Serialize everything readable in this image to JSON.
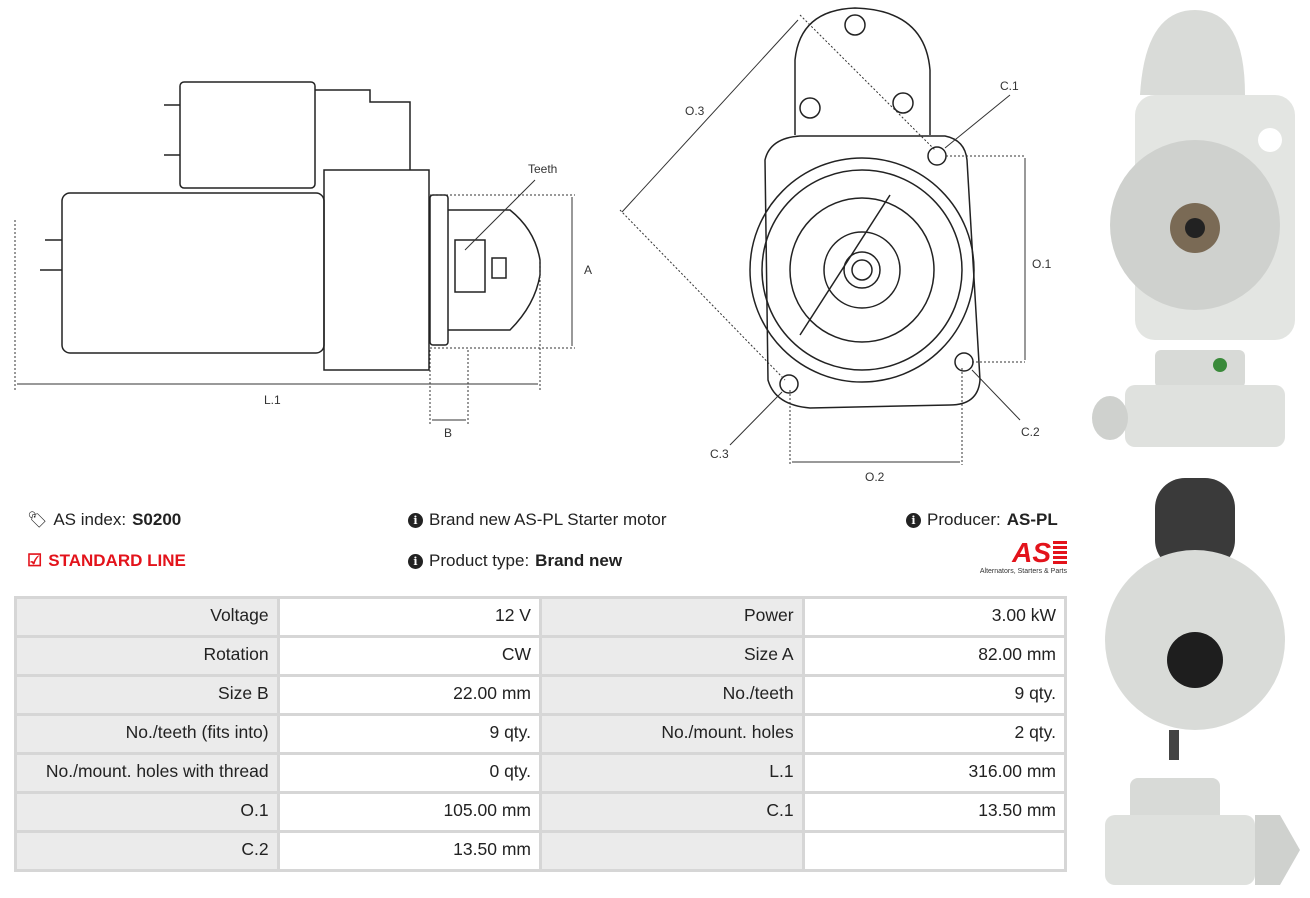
{
  "drawing": {
    "side_view_labels": {
      "teeth": "Teeth",
      "a": "A",
      "b": "B",
      "l1": "L.1"
    },
    "front_view_labels": {
      "o1": "O.1",
      "o2": "O.2",
      "o3": "O.3",
      "c1": "C.1",
      "c2": "C.2",
      "c3": "C.3"
    }
  },
  "info": {
    "as_index_label": "AS index:",
    "as_index_value": "S0200",
    "line": "STANDARD LINE",
    "description": "Brand new AS-PL Starter motor",
    "product_type_label": "Product type:",
    "product_type_value": "Brand new",
    "producer_label": "Producer:",
    "producer_value": "AS-PL"
  },
  "logo": {
    "text": "AS",
    "tagline": "Alternators, Starters & Parts"
  },
  "colors": {
    "accent": "#e3131b",
    "table_key_bg": "#ebebeb",
    "table_border": "#d6d6d6"
  },
  "specs": [
    [
      "Voltage",
      "12 V",
      "Power",
      "3.00 kW"
    ],
    [
      "Rotation",
      "CW",
      "Size A",
      "82.00 mm"
    ],
    [
      "Size B",
      "22.00 mm",
      "No./teeth",
      "9 qty."
    ],
    [
      "No./teeth (fits into)",
      "9 qty.",
      "No./mount. holes",
      "2 qty."
    ],
    [
      "No./mount. holes with thread",
      "0 qty.",
      "L.1",
      "316.00 mm"
    ],
    [
      "O.1",
      "105.00 mm",
      "C.1",
      "13.50 mm"
    ],
    [
      "C.2",
      "13.50 mm",
      "",
      ""
    ]
  ]
}
